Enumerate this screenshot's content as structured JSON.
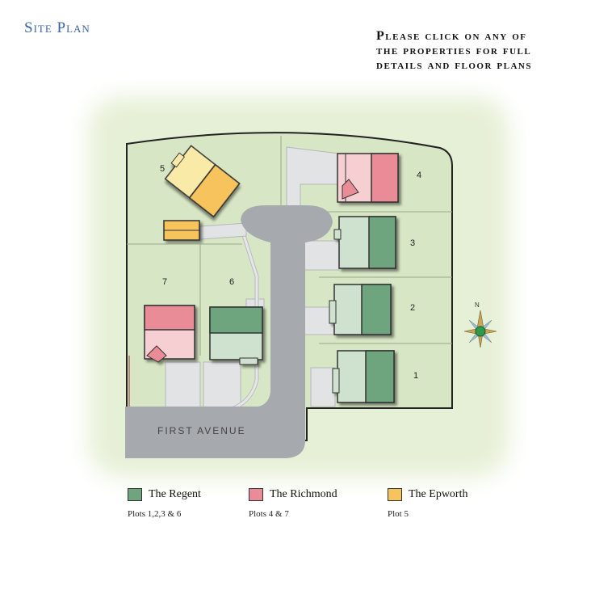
{
  "header": {
    "title": "Site Plan",
    "instruction_lines": [
      "Please click on any of",
      "the properties for full",
      "details and floor plans"
    ]
  },
  "map": {
    "street_name": "FIRST AVENUE",
    "compass_label": "N",
    "plot_labels": [
      "1",
      "2",
      "3",
      "4",
      "5",
      "6",
      "7"
    ],
    "colors": {
      "grass": "#d7e6c4",
      "halo": "#e6f0d6",
      "road": "#a6a9ad",
      "drive": "#e2e3e5",
      "regent": "#6ea57e",
      "regent_light": "#cfe2cf",
      "richmond": "#ea8b98",
      "richmond_light": "#f6cfd3",
      "epworth": "#f7c35c",
      "epworth_light": "#faeaa8"
    }
  },
  "legend": [
    {
      "name": "The Regent",
      "plots": "Plots 1,2,3 & 6",
      "color": "#6ea57e"
    },
    {
      "name": "The Richmond",
      "plots": "Plots 4 & 7",
      "color": "#ea8b98"
    },
    {
      "name": "The Epworth",
      "plots": "Plot 5",
      "color": "#f7c35c"
    }
  ]
}
